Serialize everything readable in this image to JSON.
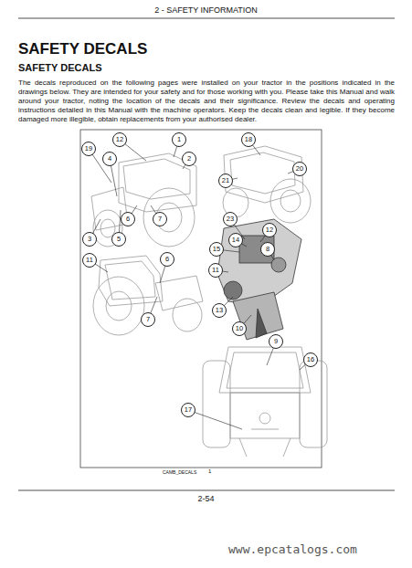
{
  "diagram": {
    "title": "SAFETY DECALS",
    "nodes": [
      {
        "text": [
          "19"
        ]
      },
      {
        "text": [
          "12"
        ]
      },
      {
        "text": [
          "1"
        ]
      },
      {
        "text": [
          "2"
        ]
      },
      {
        "text": [
          "4"
        ]
      },
      {
        "text": [
          "6"
        ]
      },
      {
        "text": [
          "7"
        ]
      },
      {
        "text": [
          "3"
        ]
      },
      {
        "text": [
          "5"
        ]
      },
      {
        "text": [
          "18"
        ]
      },
      {
        "text": [
          "20"
        ]
      },
      {
        "text": [
          "21"
        ]
      },
      {
        "text": [
          "23"
        ]
      },
      {
        "text": [
          "12"
        ]
      },
      {
        "text": [
          "14"
        ]
      },
      {
        "text": [
          "15"
        ]
      },
      {
        "text": [
          "8"
        ]
      },
      {
        "text": [
          "11"
        ]
      },
      {
        "text": [
          "13"
        ]
      },
      {
        "text": [
          "10"
        ]
      },
      {
        "text": [
          "11"
        ]
      },
      {
        "text": [
          "6"
        ]
      },
      {
        "text": [
          "7"
        ]
      },
      {
        "text": [
          "9"
        ]
      },
      {
        "text": [
          "16"
        ]
      },
      {
        "text": [
          "17"
        ]
      }
    ],
    "labels": [
      "2 - SAFETY INFORMATION",
      "SAFETY DECALS",
      "The decals reproduced on the following pages were installed on your tractor in the positions indicated in the drawings below. They are intended for your safety and for those working with you. Please take this Manual and walk around your tractor, noting the location of the decals and their significance. Review the decals and operating instructions detailed in this Manual with the machine operators. Keep the decals clean and legible. If they become damaged more illegible, obtain replacements from your authorised dealer.",
      "CAMB_DECALS",
      "1",
      "2-54",
      "www.epcatalogs.com"
    ]
  }
}
